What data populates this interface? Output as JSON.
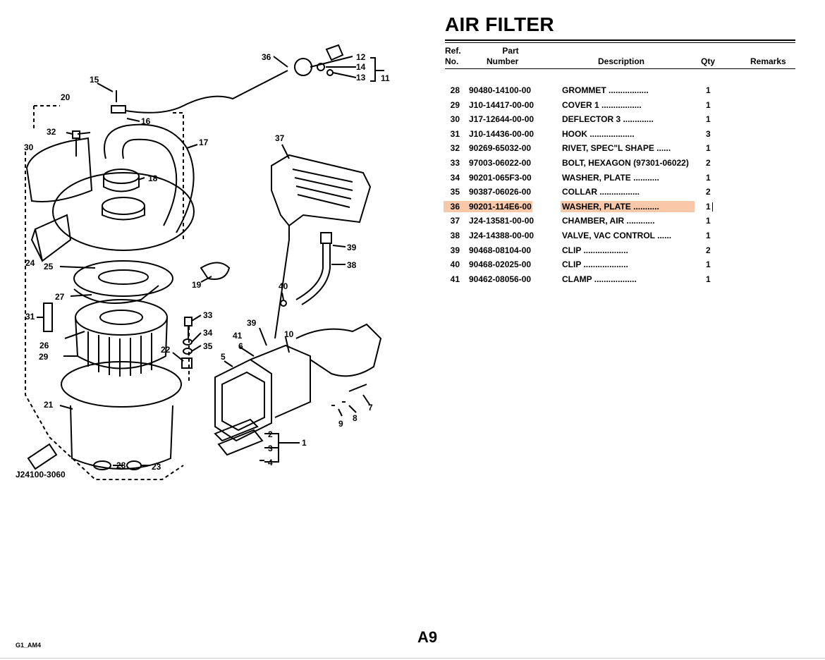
{
  "page": {
    "title": "AIR FILTER",
    "footer_code": "G1_AM4",
    "page_number": "A9",
    "highlight_color": "#f8c8a8"
  },
  "table": {
    "headers": {
      "ref_line1": "Ref.",
      "ref_line2": "No.",
      "part_line1": "Part",
      "part_line2": "Number",
      "description": "Description",
      "qty": "Qty",
      "remarks": "Remarks"
    },
    "rows": [
      {
        "ref": "28",
        "part": "90480-14100-00",
        "desc": "GROMMET  .................",
        "qty": "1"
      },
      {
        "ref": "29",
        "part": "J10-14417-00-00",
        "desc": "COVER 1  .................",
        "qty": "1"
      },
      {
        "ref": "30",
        "part": "J17-12644-00-00",
        "desc": "DEFLECTOR 3  .............",
        "qty": "1"
      },
      {
        "ref": "31",
        "part": "J10-14436-00-00",
        "desc": "HOOK  ...................",
        "qty": "3"
      },
      {
        "ref": "32",
        "part": "90269-65032-00",
        "desc": "RIVET, SPEC\"L SHAPE  ......",
        "qty": "1"
      },
      {
        "ref": "33",
        "part": "97003-06022-00",
        "desc": "BOLT, HEXAGON (97301-06022)",
        "qty": "2"
      },
      {
        "ref": "34",
        "part": "90201-065F3-00",
        "desc": "WASHER, PLATE  ...........",
        "qty": "1"
      },
      {
        "ref": "35",
        "part": "90387-06026-00",
        "desc": "COLLAR  .................",
        "qty": "2"
      },
      {
        "ref": "36",
        "part": "90201-114E6-00",
        "desc": "WASHER, PLATE  ...........",
        "qty": "1",
        "highlight": true
      },
      {
        "ref": "37",
        "part": "J24-13581-00-00",
        "desc": "CHAMBER, AIR  ............",
        "qty": "1"
      },
      {
        "ref": "38",
        "part": "J24-14388-00-00",
        "desc": "VALVE, VAC CONTROL  ......",
        "qty": "1"
      },
      {
        "ref": "39",
        "part": "90468-08104-00",
        "desc": "CLIP  ...................",
        "qty": "2"
      },
      {
        "ref": "40",
        "part": "90468-02025-00",
        "desc": "CLIP  ...................",
        "qty": "1"
      },
      {
        "ref": "41",
        "part": "90462-08056-00",
        "desc": "CLAMP  ..................",
        "qty": "1"
      }
    ]
  },
  "diagram": {
    "drawing_code": "J24100-3060",
    "callouts": [
      "36",
      "12",
      "14",
      "13",
      "11",
      "15",
      "16",
      "20",
      "32",
      "30",
      "17",
      "18",
      "37",
      "39",
      "38",
      "24",
      "25",
      "19",
      "27",
      "40",
      "31",
      "33",
      "34",
      "35",
      "26",
      "22",
      "29",
      "39",
      "41",
      "10",
      "6",
      "5",
      "21",
      "9",
      "8",
      "7",
      "2",
      "3",
      "1",
      "4",
      "28",
      "23"
    ]
  }
}
